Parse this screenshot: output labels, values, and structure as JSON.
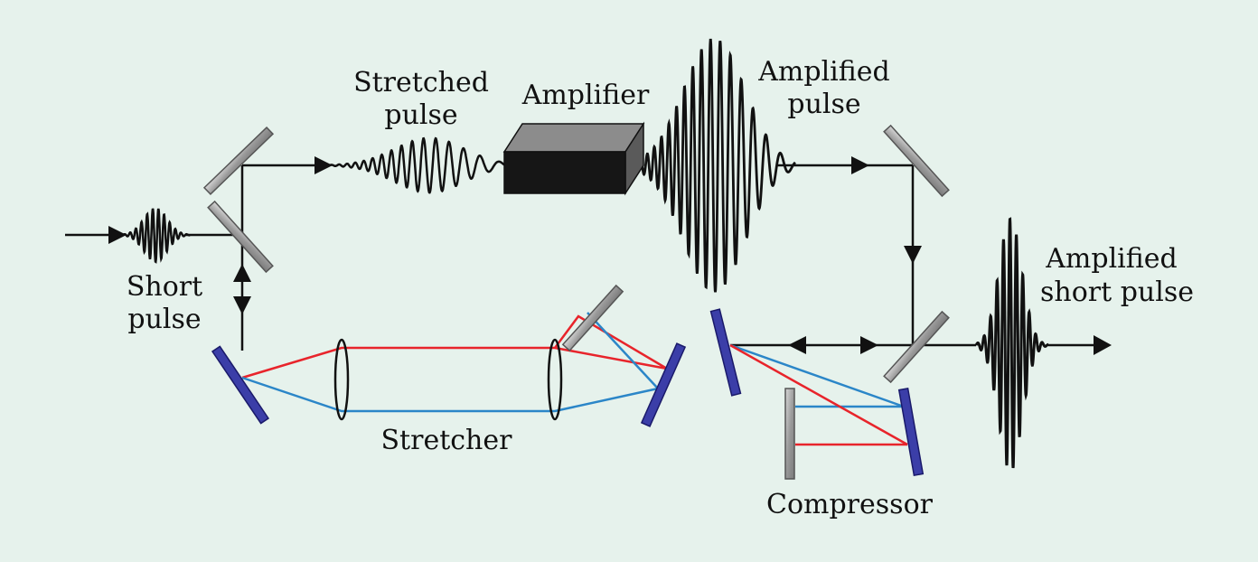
{
  "labels": {
    "short_pulse_line1": "Short",
    "short_pulse_line2": "pulse",
    "stretched_pulse_line1": "Stretched",
    "stretched_pulse_line2": "pulse",
    "amplifier": "Amplifier",
    "amplified_pulse_line1": "Amplified",
    "amplified_pulse_line2": "pulse",
    "amplified_short_pulse_line1": "Amplified",
    "amplified_short_pulse_line2": "short pulse",
    "stretcher": "Stretcher",
    "compressor": "Compressor"
  },
  "colors": {
    "background": "#e6f2ec",
    "beam": "#111111",
    "red_ray": "#e8242b",
    "blue_ray": "#2b86c8",
    "grating_fill": "#3b3ea8",
    "grating_stroke": "#1a1a6a",
    "mirror_fill": "#a6a6a6",
    "mirror_stroke": "#555555",
    "amplifier_dark": "#161616",
    "amplifier_light": "#8c8c8c"
  }
}
